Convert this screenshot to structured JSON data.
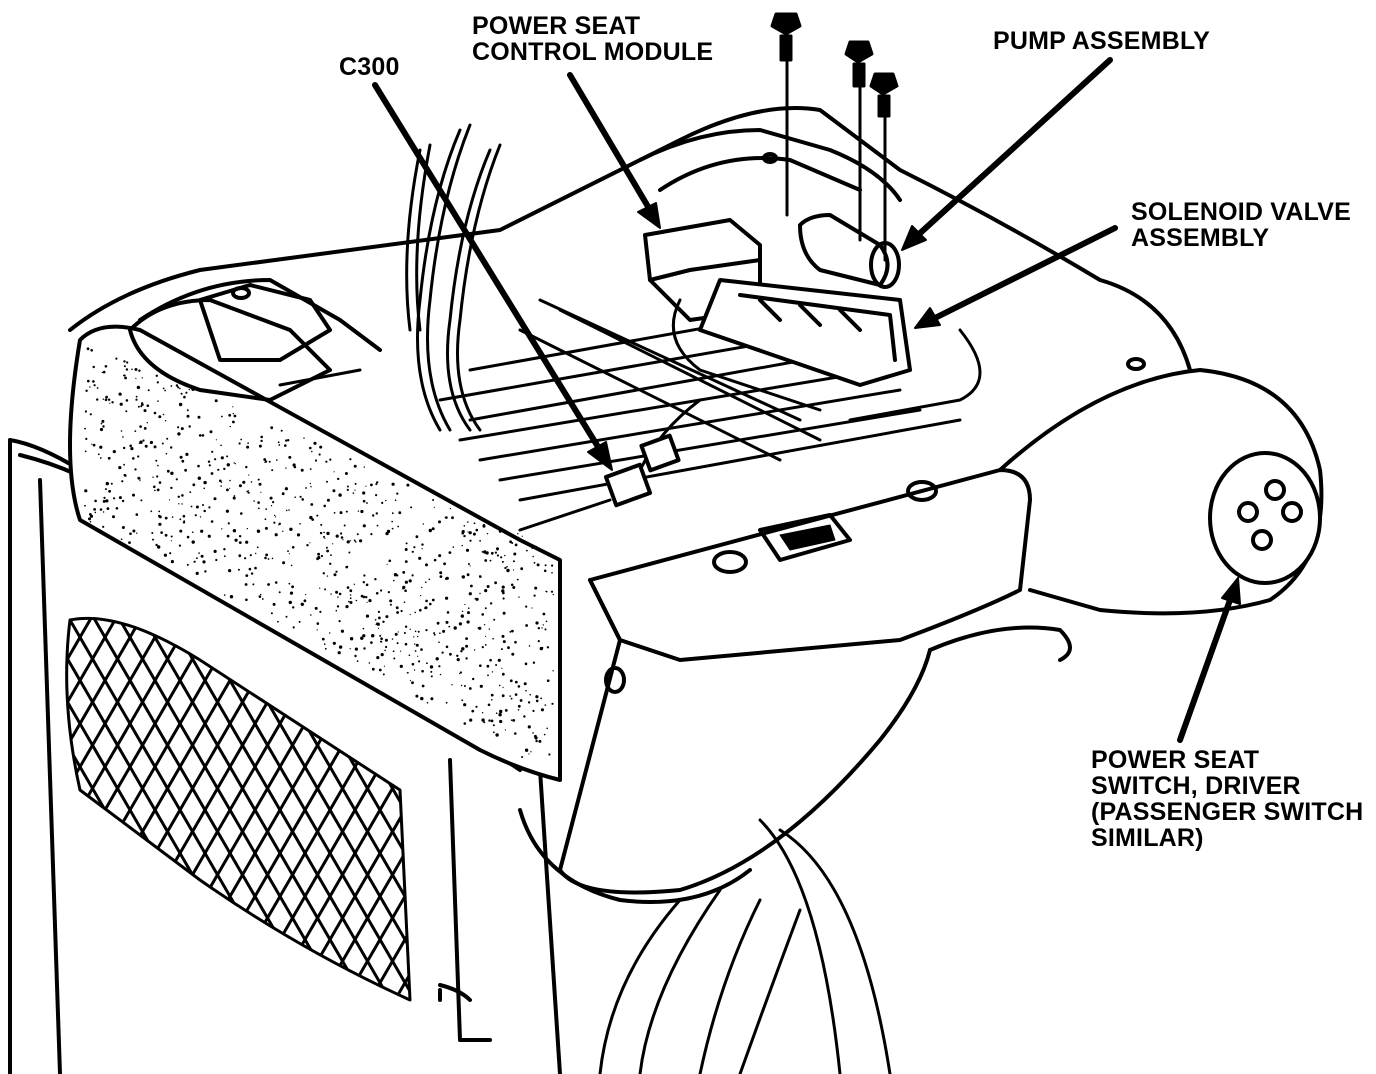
{
  "labels": {
    "c300": "C300",
    "control_module": [
      "POWER SEAT",
      "CONTROL MODULE"
    ],
    "pump_assembly": "PUMP ASSEMBLY",
    "solenoid_valve": [
      "SOLENOID VALVE",
      "ASSEMBLY"
    ],
    "seat_switch": [
      "POWER SEAT",
      "SWITCH, DRIVER",
      "(PASSENGER SWITCH",
      "SIMILAR)"
    ]
  },
  "colors": {
    "ink": "#000000",
    "paper": "#ffffff"
  }
}
